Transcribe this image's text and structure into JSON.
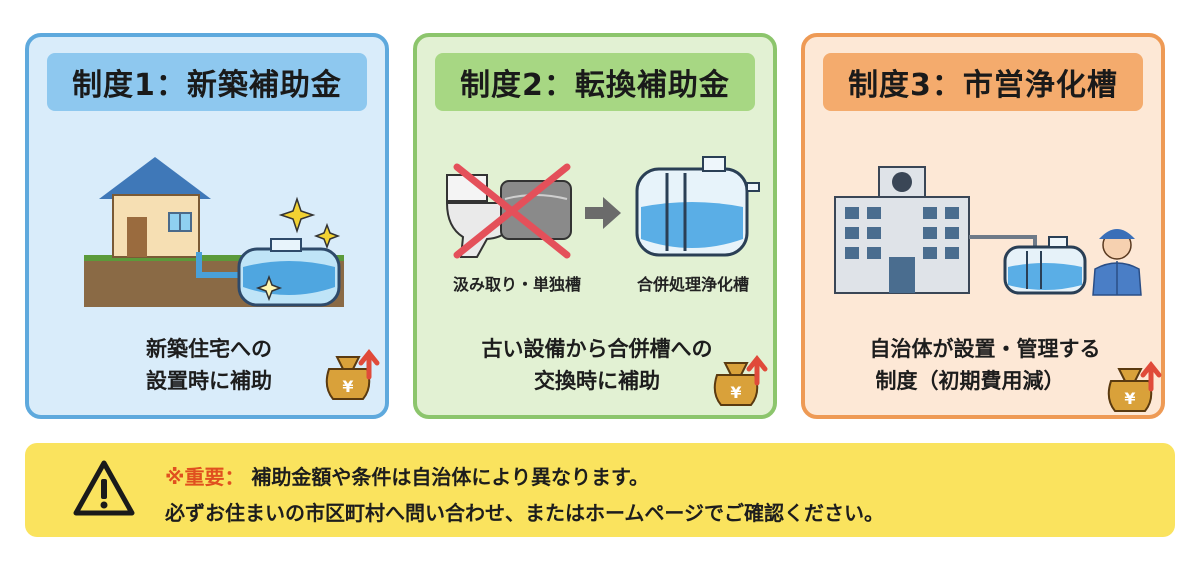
{
  "panels": [
    {
      "title": "制度1：新築補助金",
      "desc_line1": "新築住宅への",
      "desc_line2": "設置時に補助"
    },
    {
      "title": "制度2：転換補助金",
      "label_left": "汲み取り・単独槽",
      "label_right": "合併処理浄化槽",
      "desc_line1": "古い設備から合併槽への",
      "desc_line2": "交換時に補助"
    },
    {
      "title": "制度3：市営浄化槽",
      "desc_line1": "自治体が設置・管理する",
      "desc_line2": "制度（初期費用減）"
    }
  ],
  "notice": {
    "prefix": "※重要：",
    "line1": "補助金額や条件は自治体により異なります。",
    "line2": "必ずお住まいの市区町村へ問い合わせ、またはホームページでご確認ください。"
  },
  "icons": {
    "money_bag_symbol": "¥"
  },
  "colors": {
    "panel1_accent": "#5ea9dd",
    "panel2_accent": "#8cc56c",
    "panel3_accent": "#ee9a55",
    "notice_bg": "#fae35e",
    "important_text": "#e0501f"
  }
}
